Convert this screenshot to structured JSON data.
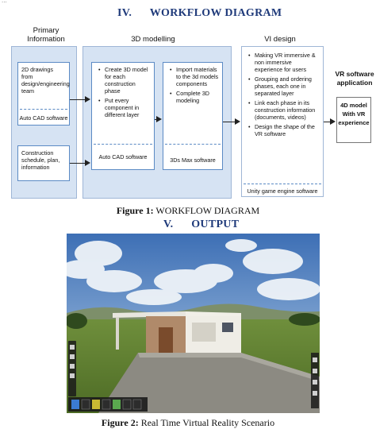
{
  "header_mark": "...",
  "section4_title": "IV.      WORKFLOW DIAGRAM",
  "diagram": {
    "col_primary": "Primary\nInformation",
    "col_3d": "3D modelling",
    "col_vi": "VI design",
    "col_vr": "VR software\napplication",
    "box_2d_text": "2D drawings from design/engineering team",
    "box_2d_sw": "Auto CAD software",
    "box_schedule_text": "Construction schedule, plan, information",
    "box_autocad_items": [
      "Create 3D model for each construction phase",
      "Put every component in different layer"
    ],
    "box_autocad_sw": "Auto CAD software",
    "box_3ds_items": [
      "Import materials to the 3d models components",
      "Complete 3D modeling"
    ],
    "box_3ds_sw": "3Ds Max software",
    "box_vi_items": [
      "Making VR immersive & non immersive experience for users",
      "Grouping and ordering phases, each one in separated layer",
      "Link each phase in its construction information (documents, videos)",
      "Design the shape of the VR software"
    ],
    "box_vi_sw": "Unity game engine software",
    "box_vr_text": "4D model\nWith VR\nexperience"
  },
  "figure1_caption_bold": "Figure 1:",
  "figure1_caption_rest": " WORKFLOW DIAGRAM",
  "section5_title": "V.      OUTPUT",
  "figure2_caption_bold": "Figure 2:",
  "figure2_caption_rest": " Real Time Virtual Reality Scenario",
  "colors": {
    "title_blue": "#1f3a7a",
    "panel_blue": "#d6e3f3",
    "box_border": "#5b8ac4"
  }
}
